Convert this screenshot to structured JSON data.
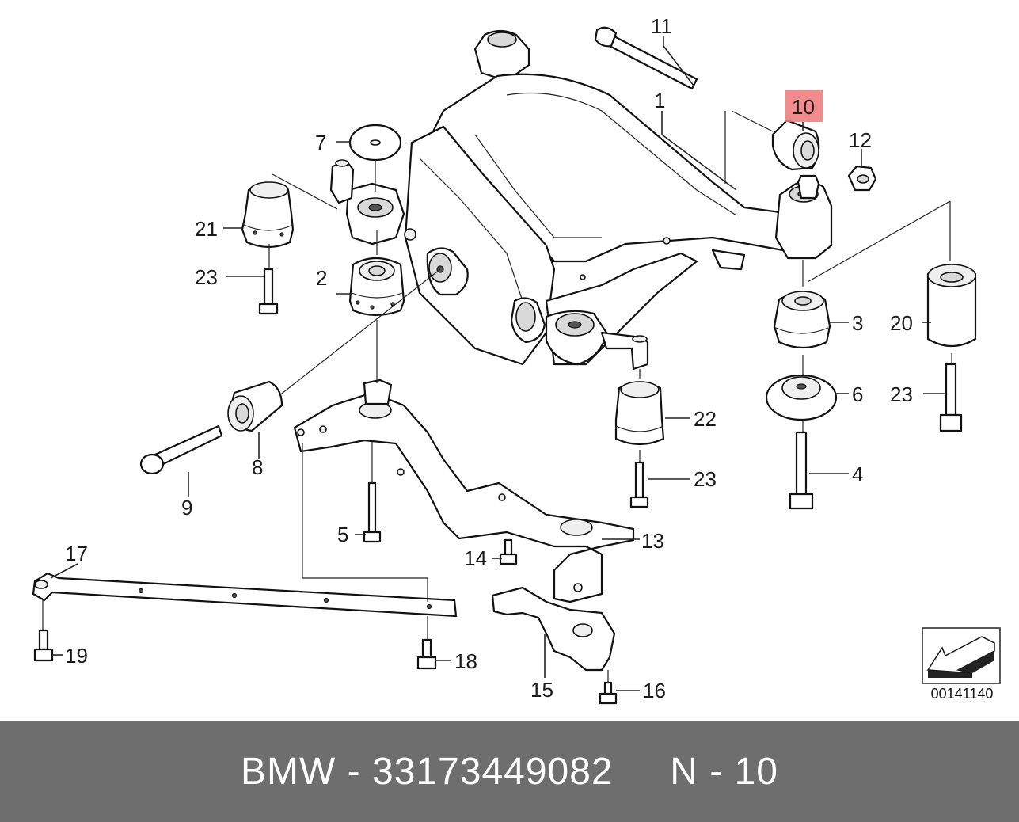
{
  "diagram": {
    "callouts": {
      "p1": "1",
      "p2": "2",
      "p3": "3",
      "p4": "4",
      "p5": "5",
      "p6": "6",
      "p7": "7",
      "p8": "8",
      "p9": "9",
      "p10": "10",
      "p11": "11",
      "p12": "12",
      "p13": "13",
      "p14": "14",
      "p15": "15",
      "p16": "16",
      "p17": "17",
      "p18": "18",
      "p19": "19",
      "p20": "20",
      "p21": "21",
      "p22": "22",
      "p23a": "23",
      "p23b": "23",
      "p23c": "23"
    },
    "highlighted_part": "10",
    "reference_code": "00141140",
    "highlight_color": "#f07878"
  },
  "footer": {
    "text": "BMW - 33173449082     N - 10",
    "background": "#6e6e6e"
  }
}
